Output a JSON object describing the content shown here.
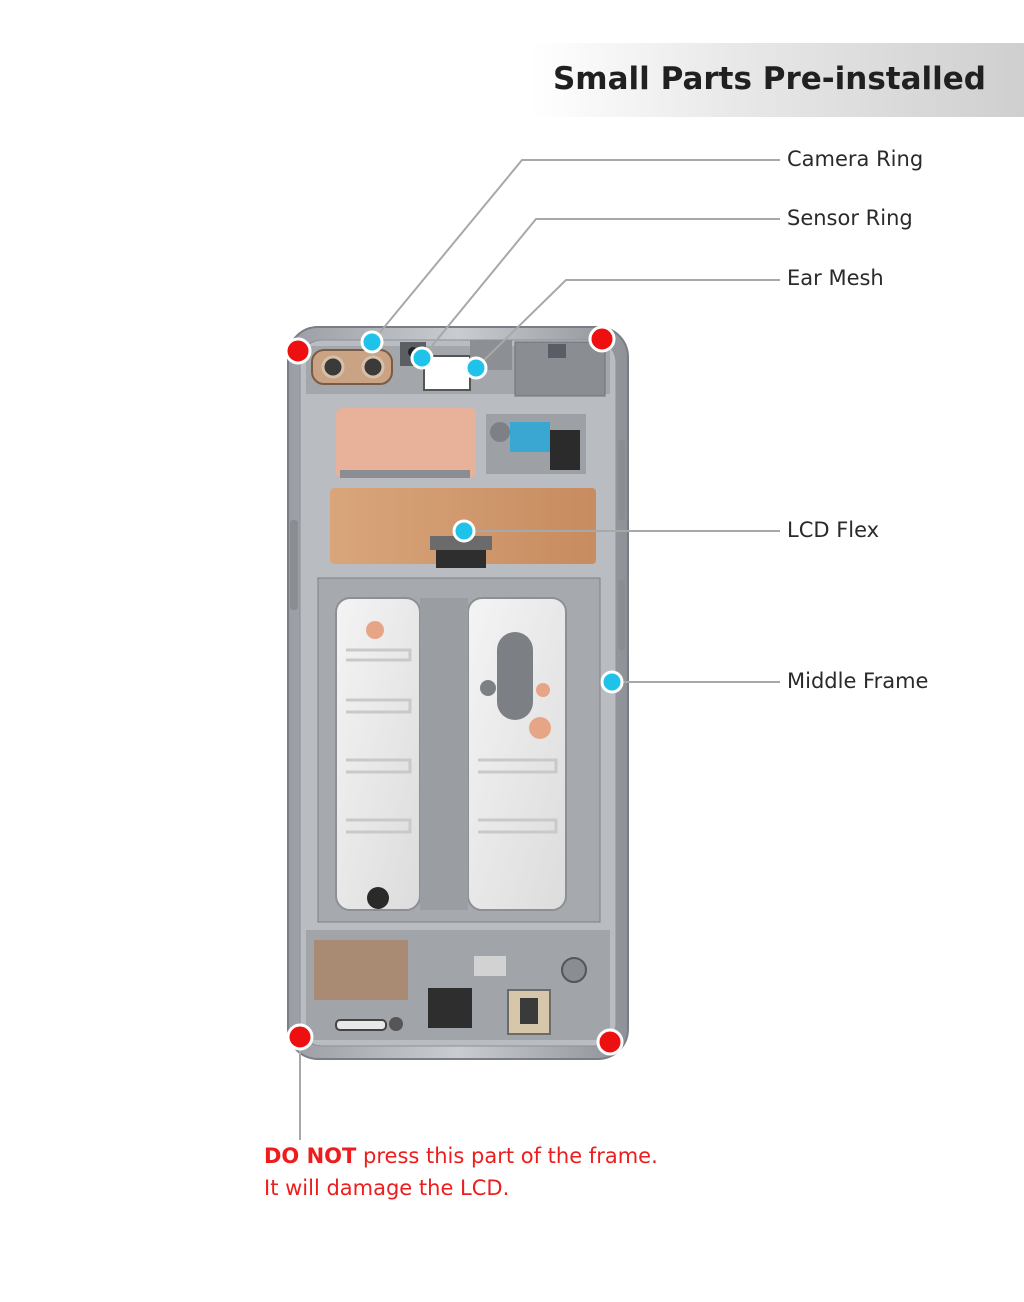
{
  "banner": {
    "title": "Small Parts Pre-installed"
  },
  "callouts": {
    "camera_ring": "Camera Ring",
    "sensor_ring": "Sensor Ring",
    "ear_mesh": "Ear Mesh",
    "lcd_flex": "LCD Flex",
    "middle_frame": "Middle Frame"
  },
  "warning": {
    "strong": "DO NOT",
    "line1_rest": " press this part of the frame.",
    "line2": "It will damage the LCD."
  },
  "colors": {
    "callout_dot": "#1fc2e8",
    "warning_dot": "#ee1010",
    "warning_text": "#ee1c1c",
    "leader_line": "#a8a8a8"
  }
}
